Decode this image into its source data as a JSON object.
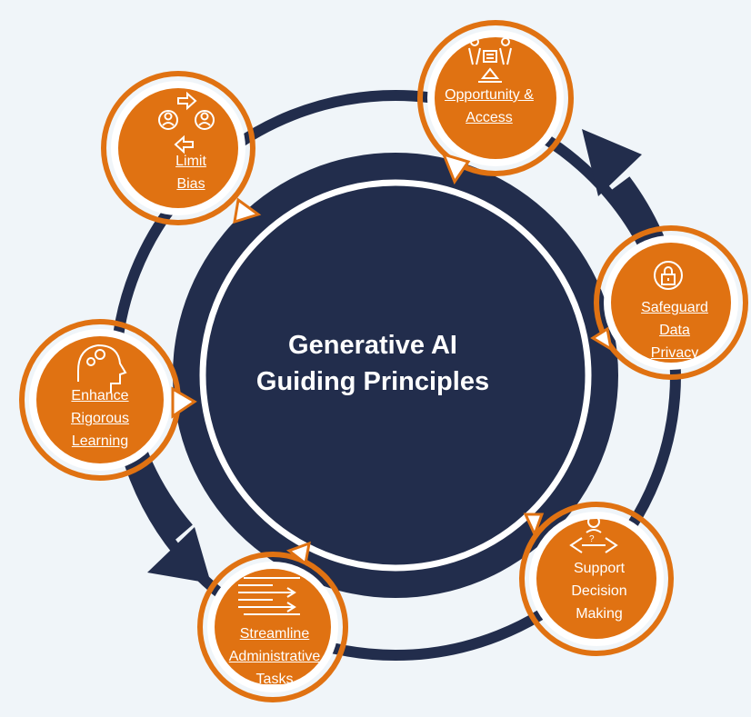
{
  "colors": {
    "navy": "#222d4c",
    "orange": "#e07212",
    "orange_ring": "#e58a2e",
    "white": "#ffffff",
    "background": "#f0f5f9"
  },
  "center": {
    "line1": "Generative AI",
    "line2": "Guiding Principles"
  },
  "principles": [
    {
      "id": "opportunity",
      "icon": "scales-people-icon",
      "lines": [
        "Opportunity &",
        "Access"
      ],
      "is_link": true
    },
    {
      "id": "limit-bias",
      "icon": "people-swap-icon",
      "lines": [
        "Limit",
        "Bias"
      ],
      "is_link": true
    },
    {
      "id": "safeguard",
      "icon": "lock-icon",
      "lines": [
        "Safeguard",
        "Data",
        "Privacy"
      ],
      "is_link": true
    },
    {
      "id": "enhance",
      "icon": "brain-gears-icon",
      "lines": [
        "Enhance",
        "Rigorous",
        "Learning"
      ],
      "is_link": true
    },
    {
      "id": "support",
      "icon": "person-decision-icon",
      "lines": [
        "Support",
        "Decision",
        "Making"
      ],
      "is_link": false
    },
    {
      "id": "streamline",
      "icon": "streamline-arrows-icon",
      "lines": [
        "Streamline",
        "Administrative",
        "Tasks"
      ],
      "is_link": true
    }
  ]
}
